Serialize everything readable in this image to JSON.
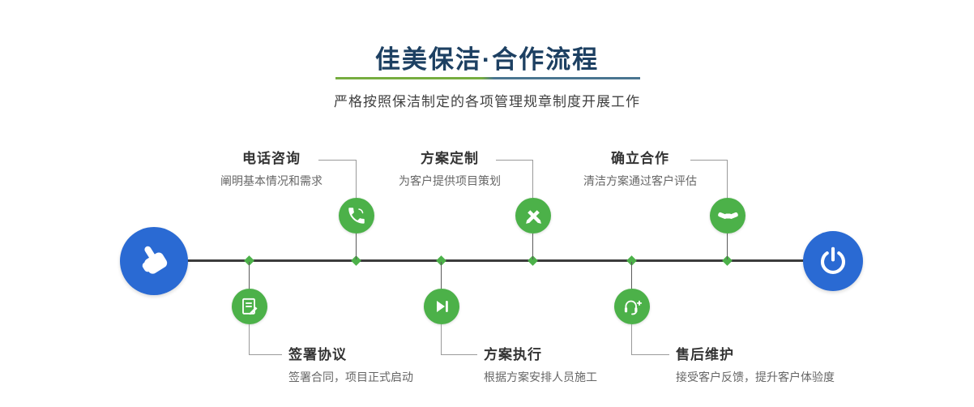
{
  "header": {
    "title": "佳美保洁·合作流程",
    "subtitle": "严格按照保洁制定的各项管理规章制度开展工作"
  },
  "colors": {
    "node_green": "#4cb149",
    "endpoint_blue": "#2a6ad3",
    "timeline": "#3c3c3c",
    "title_navy": "#1d4062",
    "rule_green": "#76ad3f",
    "rule_blue": "#4a7590"
  },
  "timeline": {
    "start_icon": "pointing-hand-icon",
    "end_icon": "power-icon"
  },
  "steps": {
    "top": [
      {
        "label": "电话咨询",
        "desc": "阐明基本情况和需求",
        "icon": "phone-icon"
      },
      {
        "label": "方案定制",
        "desc": "为客户提供项目策划",
        "icon": "design-pencils-icon"
      },
      {
        "label": "确立合作",
        "desc": "清洁方案通过客户评估",
        "icon": "handshake-icon"
      }
    ],
    "bottom": [
      {
        "label": "签署协议",
        "desc": "签署合同，项目正式启动",
        "icon": "contract-icon"
      },
      {
        "label": "方案执行",
        "desc": "根据方案安排人员施工",
        "icon": "play-icon"
      },
      {
        "label": "售后维护",
        "desc": "接受客户反馈，提升客户体验度",
        "icon": "headset-icon"
      }
    ]
  }
}
